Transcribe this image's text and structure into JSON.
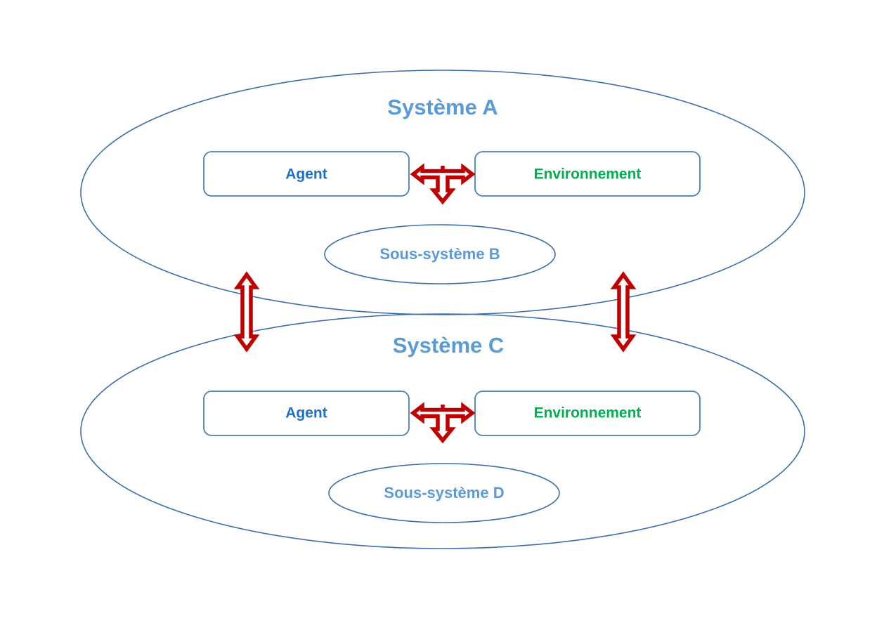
{
  "diagram": {
    "title_visible": false,
    "background_color": "#FFFFFF",
    "colors": {
      "system_label": "#5B9BD5",
      "subsystem_label": "#5B9BD5",
      "agent_label": "#1F6FC4",
      "environment_label": "#00B050",
      "ellipse_stroke": "#3C6EAD",
      "box_stroke": "#4A7EBB",
      "arrow_stroke": "#BE0000",
      "arrow_fill": "#FFFFFF"
    },
    "systems": [
      {
        "id": "system-a",
        "label": "Système A",
        "agent": {
          "label": "Agent"
        },
        "environment": {
          "label": "Environnement"
        },
        "subsystem": {
          "label": "Sous-système B"
        }
      },
      {
        "id": "system-c",
        "label": "Système C",
        "agent": {
          "label": "Agent"
        },
        "environment": {
          "label": "Environnement"
        },
        "subsystem": {
          "label": "Sous-système D"
        }
      }
    ],
    "connectors": [
      {
        "id": "agent-env-tri-arrow-a",
        "kind": "tri-directional-arrow",
        "directions": [
          "left",
          "right",
          "down"
        ]
      },
      {
        "id": "agent-env-tri-arrow-c",
        "kind": "tri-directional-arrow",
        "directions": [
          "left",
          "right",
          "down"
        ]
      },
      {
        "id": "system-link-left",
        "kind": "double-headed-arrow",
        "directions": [
          "up",
          "down"
        ]
      },
      {
        "id": "system-link-right",
        "kind": "double-headed-arrow",
        "directions": [
          "up",
          "down"
        ]
      }
    ]
  }
}
